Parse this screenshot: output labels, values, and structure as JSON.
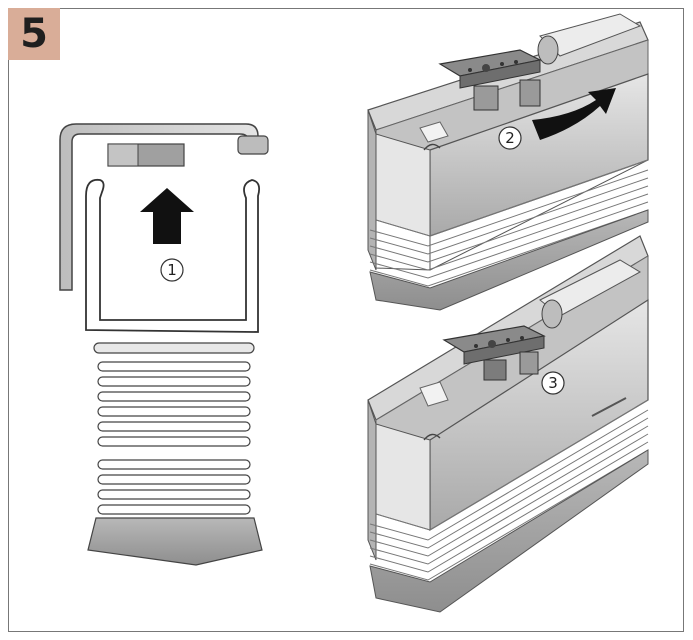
{
  "step": {
    "number": "5"
  },
  "callouts": [
    {
      "id": "1",
      "label": "1"
    },
    {
      "id": "2",
      "label": "2"
    },
    {
      "id": "3",
      "label": "3"
    }
  ],
  "colors": {
    "badge": "#d9ad98",
    "rail": "#c8c8c8",
    "rail_dark": "#8c8c8c",
    "arrow": "#111111",
    "fabric": "#dcdcdc"
  }
}
